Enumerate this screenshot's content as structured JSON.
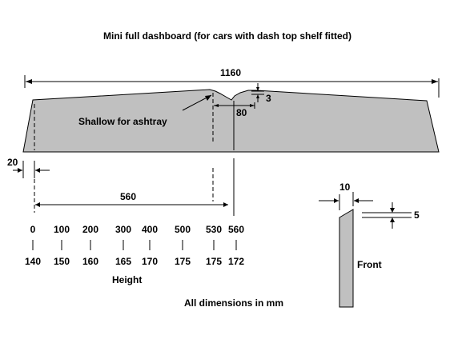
{
  "title": "Mini full dashboard (for cars with dash top shelf fitted)",
  "colors": {
    "panel": "#c0c0c0",
    "line": "#000000",
    "background": "#ffffff"
  },
  "dims": {
    "width": "1160",
    "ashtray_depth": "3",
    "ashtray_width": "80",
    "edge_offset": "20",
    "ashtray_position": "560",
    "thickness": "10",
    "top_chamfer": "5"
  },
  "labels": {
    "ashtray": "Shallow for ashtray",
    "height": "Height",
    "front": "Front",
    "units_note": "All dimensions in mm"
  },
  "height_table": {
    "positions": [
      "0",
      "100",
      "200",
      "300",
      "400",
      "500",
      "530",
      "560"
    ],
    "heights": [
      "140",
      "150",
      "160",
      "165",
      "170",
      "175",
      "175",
      "172"
    ]
  }
}
